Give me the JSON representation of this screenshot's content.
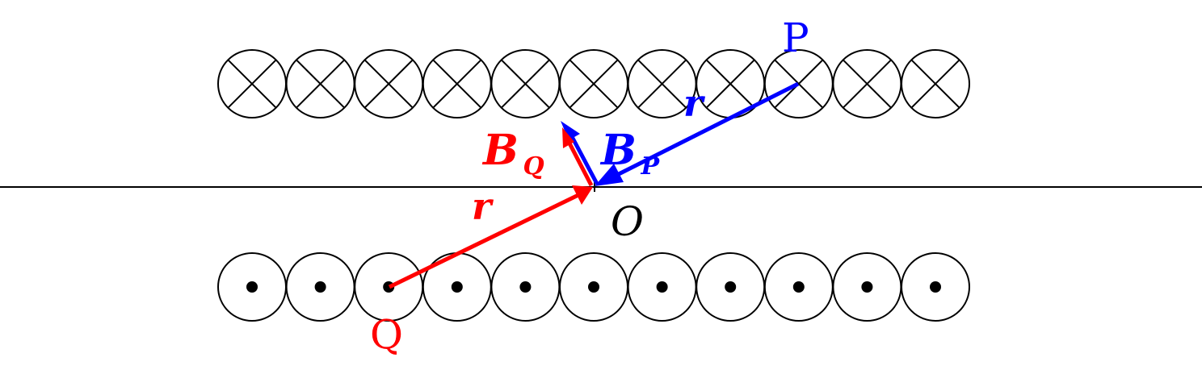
{
  "colors": {
    "ink": "#000000",
    "red": "#ff0000",
    "blue": "#0000ff",
    "background": "#ffffff"
  },
  "wires": {
    "top_row": {
      "count": 11,
      "symbol": "cross-into-page"
    },
    "bottom_row": {
      "count": 11,
      "symbol": "dot-out-of-page"
    }
  },
  "labels": {
    "point_p": "P",
    "point_q": "Q",
    "origin": "O",
    "r_blue": "r",
    "r_red": "r",
    "b_q_main": "B",
    "b_q_sub": "Q",
    "b_p_main": "B",
    "b_p_sub": "P"
  }
}
